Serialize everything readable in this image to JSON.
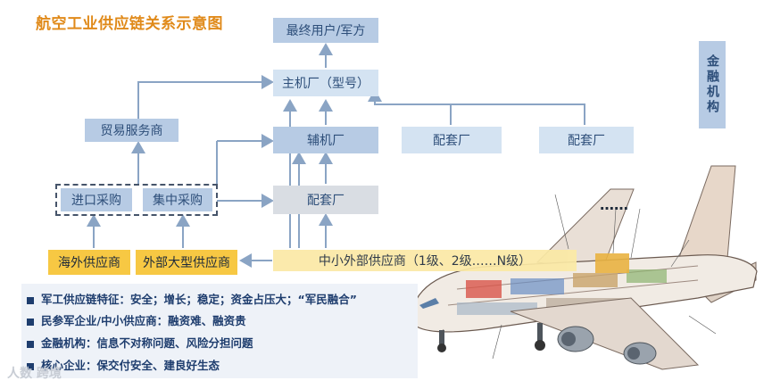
{
  "title": "航空工业供应链关系示意图",
  "nodes": {
    "end_user": "最终用户/军方",
    "oem": "主机厂（型号）",
    "trade": "贸易服务商",
    "aux": "辅机厂",
    "supplier_a": "配套厂",
    "supplier_b": "配套厂",
    "import": "进口采购",
    "central": "集中采购",
    "supplier_c": "配套厂",
    "overseas": "海外供应商",
    "large_ext": "外部大型供应商",
    "sme": "中小外部供应商（1级、2级……N级）"
  },
  "finance": "金融机构",
  "dots": "……",
  "bullets": [
    "军工供应链特征：安全；增长；稳定；资金占压大；“军民融合”",
    "民参军企业/中小供应商：融资难、融资贵",
    "金融机构：信息不对称问题、风险分担问题",
    "核心企业：保交付安全、建良好生态"
  ],
  "watermark": "人数 跨境",
  "colors": {
    "title": "#e08a1a",
    "box_blue": "#b7cbe4",
    "box_orange": "#f7c843",
    "text_navy": "#1e3d6e",
    "arrow": "#8aa4c4"
  },
  "icons": [
    "airplane-cutaway-image"
  ]
}
